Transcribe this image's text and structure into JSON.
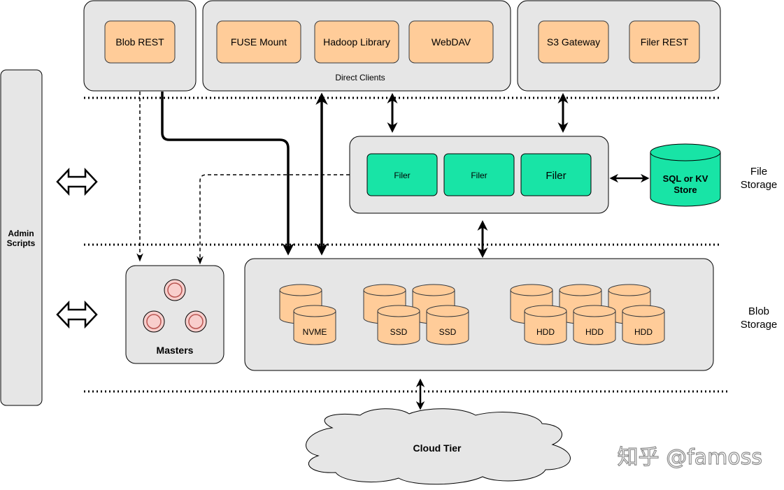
{
  "clients": {
    "blob_rest": "Blob REST",
    "fuse_mount": "FUSE Mount",
    "hadoop_library": "Hadoop Library",
    "webdav": "WebDAV",
    "direct_clients": "Direct Clients",
    "s3_gateway": "S3 Gateway",
    "filer_rest": "Filer REST"
  },
  "admin": {
    "line1": "Admin",
    "line2": "Scripts"
  },
  "file_storage": {
    "filers": [
      "Filer",
      "Filer",
      "Filer"
    ],
    "store_line1": "SQL or KV",
    "store_line2": "Store",
    "label_line1": "File",
    "label_line2": "Storage"
  },
  "masters": {
    "label": "Masters"
  },
  "blob_storage": {
    "nvme": "NVME",
    "ssd": [
      "SSD",
      "SSD"
    ],
    "hdd": [
      "HDD",
      "HDD",
      "HDD"
    ],
    "label_line1": "Blob",
    "label_line2": "Storage"
  },
  "cloud": {
    "label": "Cloud Tier"
  },
  "watermark": "知乎 @famoss",
  "colors": {
    "client_box": "#ffcc99",
    "filer": "#18e4a6",
    "group": "#e6e6e6",
    "master_circle": "#f8cecc"
  }
}
